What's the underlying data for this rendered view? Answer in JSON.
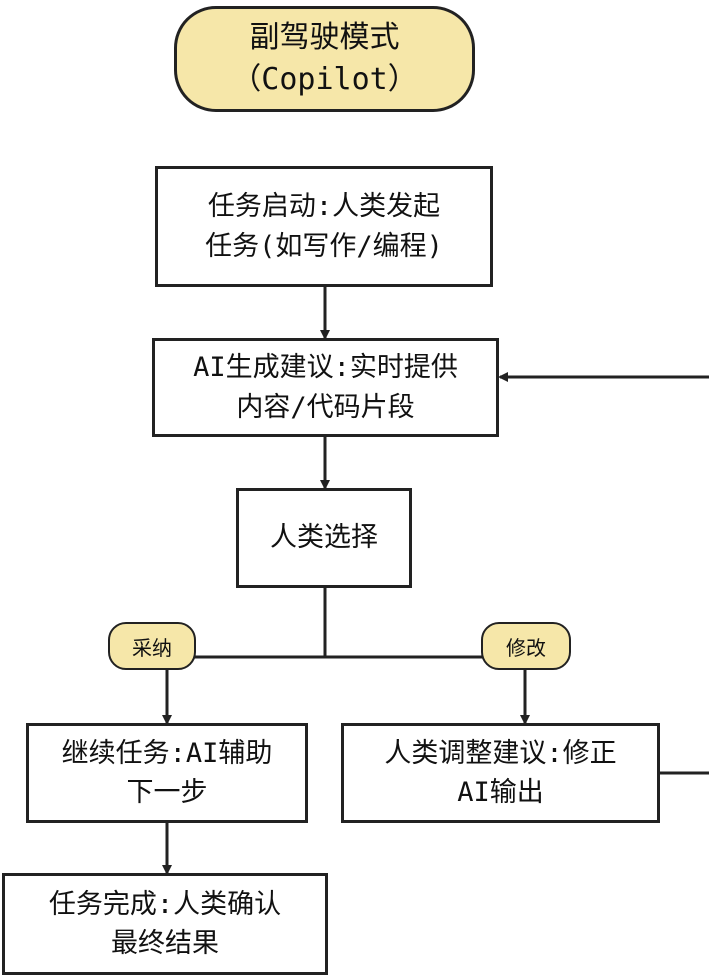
{
  "title": {
    "line1": "副驾驶模式",
    "line2": "（Copilot）"
  },
  "nodes": {
    "start": {
      "line1": "任务启动:人类发起",
      "line2": "任务(如写作/编程)"
    },
    "suggest": {
      "line1": "AI生成建议:实时提供",
      "line2": "内容/代码片段"
    },
    "choose": {
      "line1": "人类选择"
    },
    "continue": {
      "line1": "继续任务:AI辅助",
      "line2": "下一步"
    },
    "adjust": {
      "line1": "人类调整建议:修正",
      "line2": "AI输出"
    },
    "finish": {
      "line1": "任务完成:人类确认",
      "line2": "最终结果"
    }
  },
  "edge_labels": {
    "accept": "采纳",
    "modify": "修改"
  },
  "colors": {
    "accent_fill": "#f6e7a9",
    "stroke": "#222222"
  }
}
